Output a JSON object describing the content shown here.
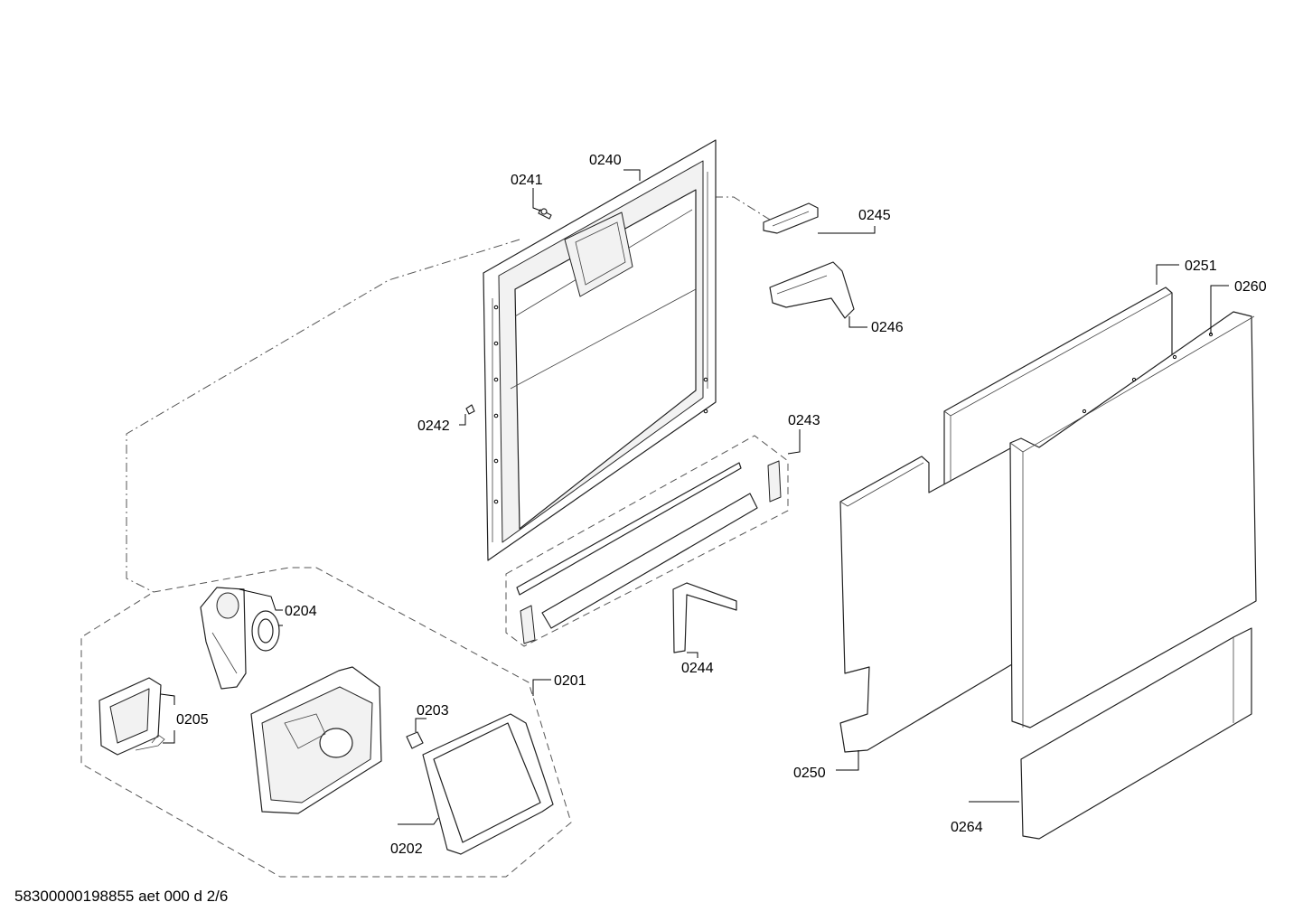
{
  "diagram": {
    "labels": {
      "p0240": "0240",
      "p0241": "0241",
      "p0242": "0242",
      "p0243": "0243",
      "p0244": "0244",
      "p0245": "0245",
      "p0246": "0246",
      "p0250": "0250",
      "p0251": "0251",
      "p0260": "0260",
      "p0264": "0264",
      "p0201": "0201",
      "p0202": "0202",
      "p0203": "0203",
      "p0204": "0204",
      "p0205": "0205"
    },
    "footer": "58300000198855 aet 000 d 2/6"
  }
}
